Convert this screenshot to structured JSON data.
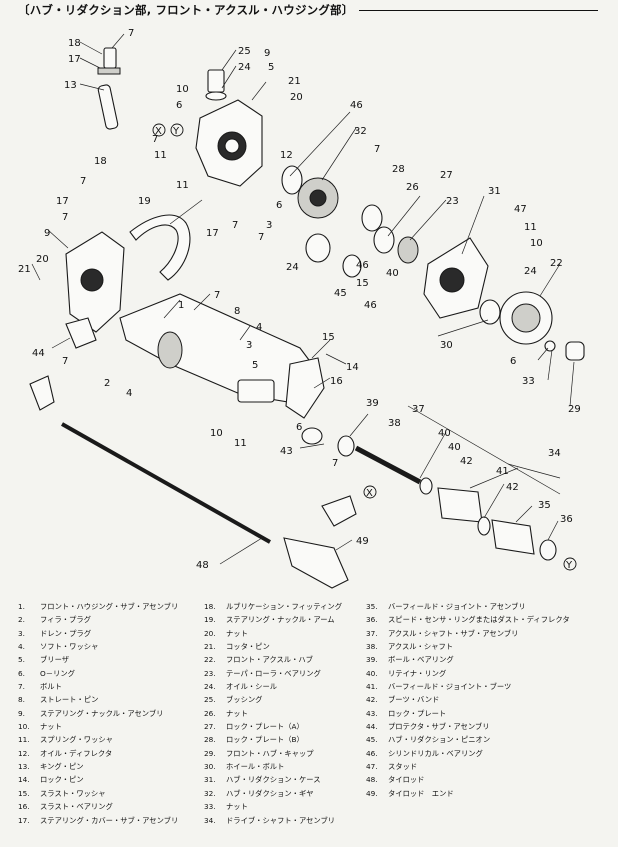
{
  "header": {
    "title": "〔ハブ・リダクション部, フロント・アクスル・ハウジング部〕"
  },
  "callouts": [
    "1",
    "2",
    "3",
    "4",
    "5",
    "6",
    "7",
    "8",
    "9",
    "10",
    "11",
    "12",
    "13",
    "14",
    "15",
    "16",
    "17",
    "18",
    "19",
    "20",
    "21",
    "22",
    "23",
    "24",
    "25",
    "26",
    "27",
    "28",
    "29",
    "30",
    "31",
    "32",
    "33",
    "34",
    "35",
    "36",
    "37",
    "38",
    "39",
    "40",
    "41",
    "42",
    "43",
    "44",
    "45",
    "46",
    "47",
    "48",
    "49",
    "X",
    "Y"
  ],
  "legend": {
    "col1": [
      {
        "num": "1.",
        "text": "フロント・ハウジング・サブ・アセンブリ"
      },
      {
        "num": "2.",
        "text": "フィラ・プラグ"
      },
      {
        "num": "3.",
        "text": "ドレン・プラグ"
      },
      {
        "num": "4.",
        "text": "ソフト・ワッシャ"
      },
      {
        "num": "5.",
        "text": "ブリーザ"
      },
      {
        "num": "6.",
        "text": "O－リング"
      },
      {
        "num": "7.",
        "text": "ボルト"
      },
      {
        "num": "8.",
        "text": "ストレート・ピン"
      },
      {
        "num": "9.",
        "text": "ステアリング・ナックル・アセンブリ"
      },
      {
        "num": "10.",
        "text": "ナット"
      },
      {
        "num": "11.",
        "text": "スプリング・ワッシャ"
      },
      {
        "num": "12.",
        "text": "オイル・ディフレクタ"
      },
      {
        "num": "13.",
        "text": "キング・ピン"
      },
      {
        "num": "14.",
        "text": "ロック・ピン"
      },
      {
        "num": "15.",
        "text": "スラスト・ワッシャ"
      },
      {
        "num": "16.",
        "text": "スラスト・ベアリング"
      },
      {
        "num": "17.",
        "text": "ステアリング・カバー・サブ・アセンブリ"
      }
    ],
    "col2": [
      {
        "num": "18.",
        "text": "ルブリケーション・フィッティング"
      },
      {
        "num": "19.",
        "text": "ステアリング・ナックル・アーム"
      },
      {
        "num": "20.",
        "text": "ナット"
      },
      {
        "num": "21.",
        "text": "コッタ・ピン"
      },
      {
        "num": "22.",
        "text": "フロント・アクスル・ハブ"
      },
      {
        "num": "23.",
        "text": "テーパ・ローラ・ベアリング"
      },
      {
        "num": "24.",
        "text": "オイル・シール"
      },
      {
        "num": "25.",
        "text": "ブッシング"
      },
      {
        "num": "26.",
        "text": "ナット"
      },
      {
        "num": "27.",
        "text": "ロック・プレート（A）"
      },
      {
        "num": "28.",
        "text": "ロック・プレート（B）"
      },
      {
        "num": "29.",
        "text": "フロント・ハブ・キャップ"
      },
      {
        "num": "30.",
        "text": "ホイール・ボルト"
      },
      {
        "num": "31.",
        "text": "ハブ・リダクション・ケース"
      },
      {
        "num": "32.",
        "text": "ハブ・リダクション・ギヤ"
      },
      {
        "num": "33.",
        "text": "ナット"
      },
      {
        "num": "34.",
        "text": "ドライブ・シャフト・アセンブリ"
      }
    ],
    "col3": [
      {
        "num": "35.",
        "text": "バーフィールド・ジョイント・アセンブリ"
      },
      {
        "num": "36.",
        "text": "スピード・センサ・リングまたはダスト・ディフレクタ"
      },
      {
        "num": "37.",
        "text": "アクスル・シャフト・サブ・アセンブリ"
      },
      {
        "num": "38.",
        "text": "アクスル・シャフト"
      },
      {
        "num": "39.",
        "text": "ボール・ベアリング"
      },
      {
        "num": "40.",
        "text": "リテイナ・リング"
      },
      {
        "num": "41.",
        "text": "バーフィールド・ジョイント・ブーツ"
      },
      {
        "num": "42.",
        "text": "ブーツ・バンド"
      },
      {
        "num": "43.",
        "text": "ロック・プレート"
      },
      {
        "num": "44.",
        "text": "プロテクタ・サブ・アセンブリ"
      },
      {
        "num": "45.",
        "text": "ハブ・リダクション・ピニオン"
      },
      {
        "num": "46.",
        "text": "シリンドリカル・ベアリング"
      },
      {
        "num": "47.",
        "text": "スタッド"
      },
      {
        "num": "48.",
        "text": "タイロッド"
      },
      {
        "num": "49.",
        "text": "タイロッド　エンド"
      }
    ]
  }
}
